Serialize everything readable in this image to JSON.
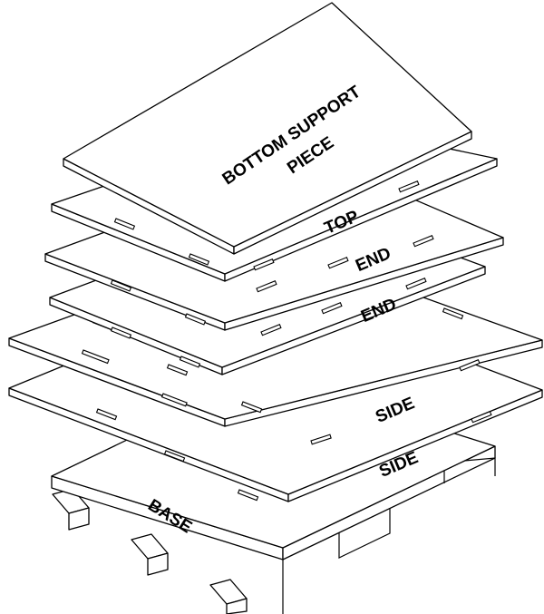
{
  "labels": {
    "bottom_support_line1": "BOTTOM SUPPORT",
    "bottom_support_line2": "PIECE",
    "top": "TOP",
    "end_upper": "END",
    "end_lower": "END",
    "side_upper": "SIDE",
    "side_lower": "SIDE",
    "base": "BASE"
  }
}
